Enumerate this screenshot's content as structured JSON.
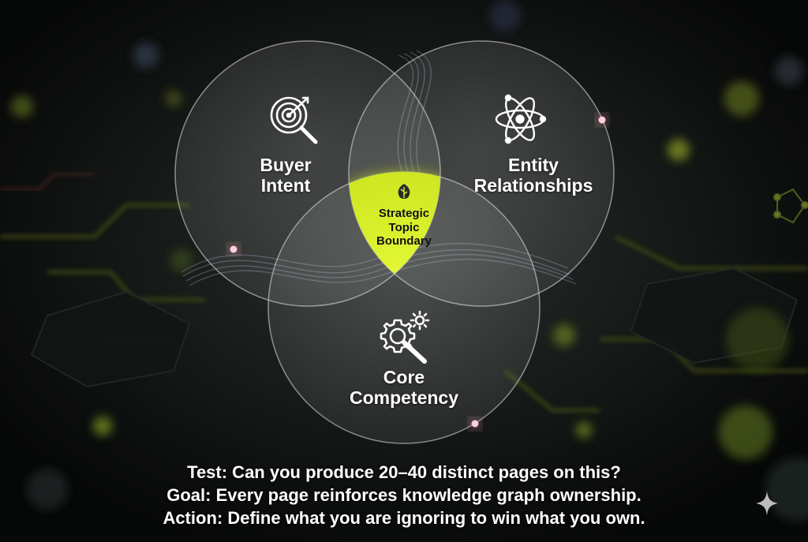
{
  "colors": {
    "background": "#0b0d0c",
    "accent": "#d7ef1f",
    "node_pink": "#ffb3c8",
    "text": "#ffffff"
  },
  "diagram": {
    "circles": [
      {
        "id": "buyer",
        "lines": [
          "Buyer",
          "Intent"
        ],
        "icon": "target-search-icon"
      },
      {
        "id": "entity",
        "lines": [
          "Entity",
          "Relationships"
        ],
        "icon": "atom-icon"
      },
      {
        "id": "core",
        "lines": [
          "Core",
          "Competency"
        ],
        "icon": "gear-wrench-icon"
      }
    ],
    "center": {
      "lines": [
        "Strategic",
        "Topic",
        "Boundary"
      ],
      "icon": "leaf-icon"
    }
  },
  "footer": {
    "lines": [
      "Test: Can you produce 20–40 distinct pages on this?",
      "Goal: Every page reinforces knowledge graph ownership.",
      "Action: Define what you are ignoring to win what you own."
    ]
  },
  "watermark_icon": "sparkle-icon"
}
